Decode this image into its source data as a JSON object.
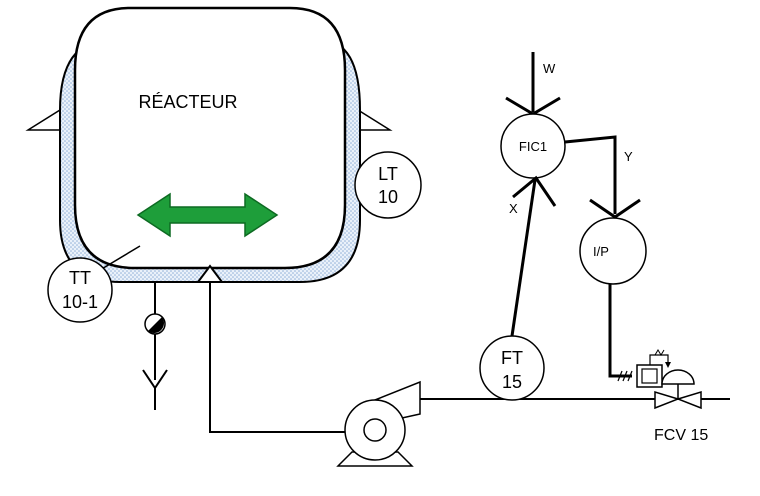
{
  "reactor": {
    "label": "RÉACTEUR"
  },
  "instruments": {
    "lt": {
      "line1": "LT",
      "line2": "10"
    },
    "tt": {
      "line1": "TT",
      "line2": "10-1"
    },
    "fic": {
      "label": "FIC1"
    },
    "ip": {
      "label": "I/P"
    },
    "ft": {
      "line1": "FT",
      "line2": "15"
    }
  },
  "signals": {
    "w": "W",
    "x": "X",
    "y": "Y"
  },
  "valve": {
    "label": "FCV 15"
  },
  "colors": {
    "agitator_arrow": "#1e9e3a",
    "jacket_fill": "#d9e6f5",
    "line": "#000000"
  }
}
